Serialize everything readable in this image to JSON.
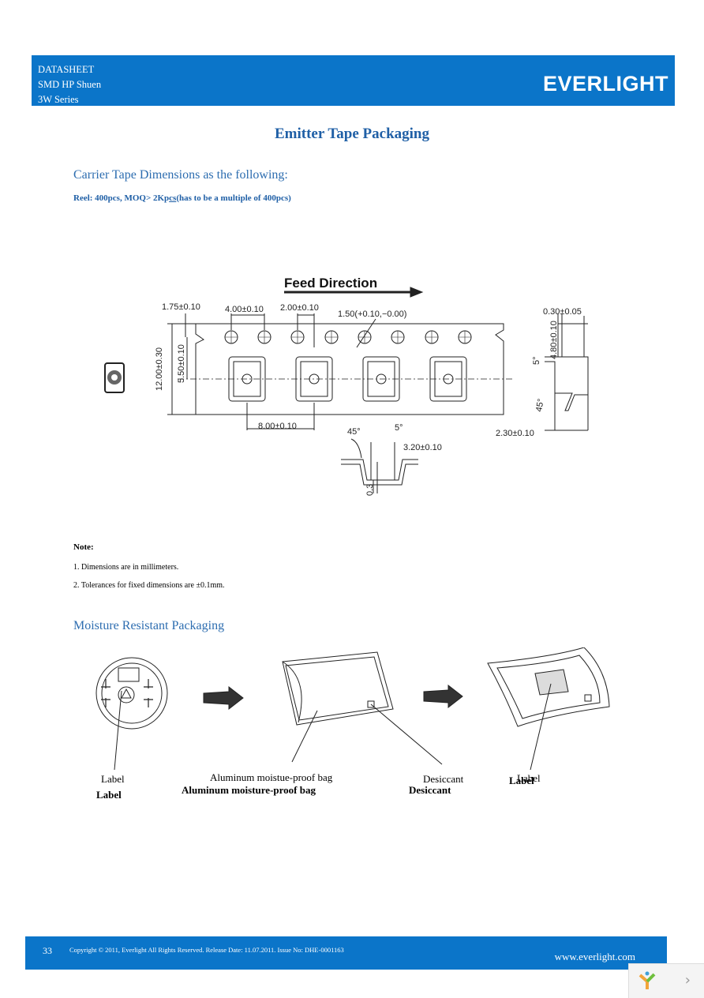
{
  "header": {
    "line1": "DATASHEET",
    "line2": "SMD HP Shuen",
    "line3": "3W Series",
    "logo_text": "EVERLIGHT"
  },
  "page_title": "Emitter Tape Packaging",
  "carrier": {
    "title": "Carrier Tape Dimensions as the following:",
    "reel_a": "Reel: 400pcs, MOQ> 2Kp",
    "reel_b": "cs",
    "reel_c": "(has to be a multiple of 400pcs)"
  },
  "drawing": {
    "feed_direction": "Feed Direction",
    "dim_175": "1.75±0.10",
    "dim_400": "4.00±0.10",
    "dim_200": "2.00±0.10",
    "dim_150": "1.50(+0.10,−0.00)",
    "dim_030": "0.30±0.05",
    "dim_480": "4.80±0.10",
    "dim_1200": "12.00±0.30",
    "dim_550": "5.50±0.10",
    "dim_800": "8.00±0.10",
    "dim_230": "2.30±0.10",
    "dim_320": "3.20±0.10",
    "dim_03": "0.3",
    "ang_5a": "5°",
    "ang_45a": "45°",
    "ang_45b": "45°",
    "ang_5b": "5°"
  },
  "note": {
    "heading": "Note:",
    "items": [
      "1.  Dimensions are in millimeters.",
      "2.  Tolerances for fixed dimensions are ±0.1mm."
    ]
  },
  "moisture": {
    "title": "Moisture Resistant Packaging",
    "label_1": "Label",
    "label_1b": "Label",
    "bag_1": "Aluminum  moistue-proof  bag",
    "bag_1b": "Aluminum moisture-proof bag",
    "desiccant_1": "Desiccant",
    "desiccant_1b": "Desiccant",
    "label_2": "Label",
    "label_2b": "Label"
  },
  "footer": {
    "page": "33",
    "copyright": "Copyright © 2011, Everlight All Rights Reserved. Release Date: 11.07.2011. Issue No: DHE-0001163",
    "url": "www.everlight.com"
  },
  "colors": {
    "brand_blue": "#0b75c9",
    "heading_blue": "#2d6db0"
  }
}
